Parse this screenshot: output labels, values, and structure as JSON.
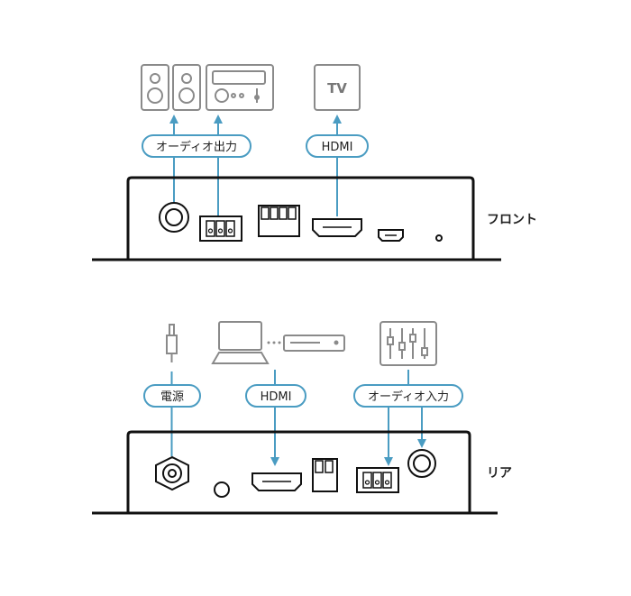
{
  "colors": {
    "accent": "#4a9cc2",
    "device_outline": "#111111",
    "icon_gray": "#8a8a8a",
    "text": "#222222"
  },
  "front": {
    "side_label": "フロント",
    "labels": {
      "audio_out": "オーディオ出力",
      "hdmi": "HDMI"
    },
    "devices": {
      "tv": "TV",
      "speakers": "speakers-icon",
      "amplifier": "amplifier-icon"
    },
    "ports": [
      "3.5mm-audio-jack",
      "3-pin-terminal-block",
      "dip-switch-4",
      "hdmi-port",
      "micro-usb-port",
      "led-indicator"
    ]
  },
  "rear": {
    "side_label": "リア",
    "labels": {
      "power": "電源",
      "hdmi": "HDMI",
      "audio_in": "オーディオ入力"
    },
    "devices": {
      "power_plug": "dc-plug-icon",
      "source": "laptop-icon",
      "player": "media-player-icon",
      "mixer": "audio-mixer-icon"
    },
    "ports": [
      "dc-power-jack",
      "button-hole",
      "hdmi-port",
      "dip-switch-2",
      "3-pin-terminal-block",
      "3.5mm-audio-jack"
    ]
  }
}
